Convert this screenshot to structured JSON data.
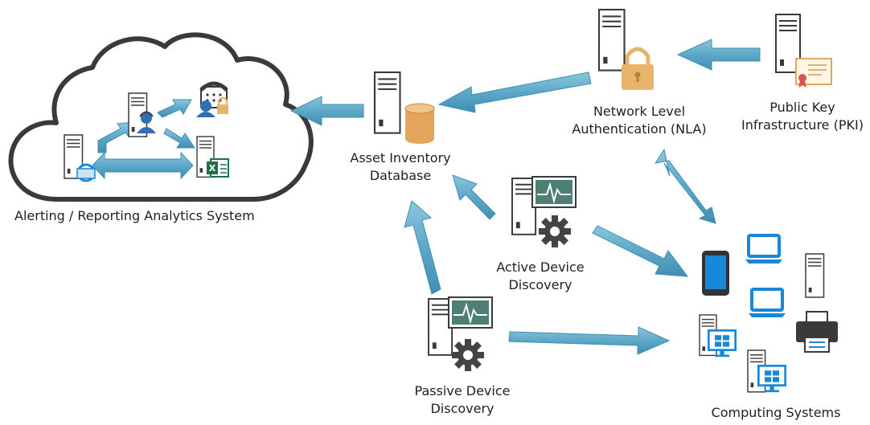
{
  "labels": {
    "analytics": "Alerting / Reporting  Analytics System",
    "asset_db_line1": "Asset Inventory",
    "asset_db_line2": "Database",
    "nla_line1": "Network Level",
    "nla_line2": "Authentication (NLA)",
    "pki_line1": "Public Key",
    "pki_line2": "Infrastructure (PKI)",
    "active_line1": "Active Device",
    "active_line2": "Discovery",
    "passive_line1": "Passive Device",
    "passive_line2": "Discovery",
    "computing": "Computing Systems"
  },
  "colors": {
    "arrow": "#5da8c8",
    "arrow_dark": "#3f8fb2",
    "cloud_stroke": "#3a3a3a",
    "database": "#e3a55b",
    "lock": "#e8b36a",
    "device_blue": "#1a88d8",
    "monitor_screen": "#4d7f74",
    "gear": "#444444",
    "excel_green": "#1e7145"
  },
  "icons": [
    "cloud-icon",
    "server-icon",
    "database-icon",
    "lock-icon",
    "certificate-icon",
    "monitor-icon",
    "gear-icon",
    "phone-icon",
    "laptop-icon",
    "printer-icon",
    "user-icon",
    "excel-icon"
  ]
}
